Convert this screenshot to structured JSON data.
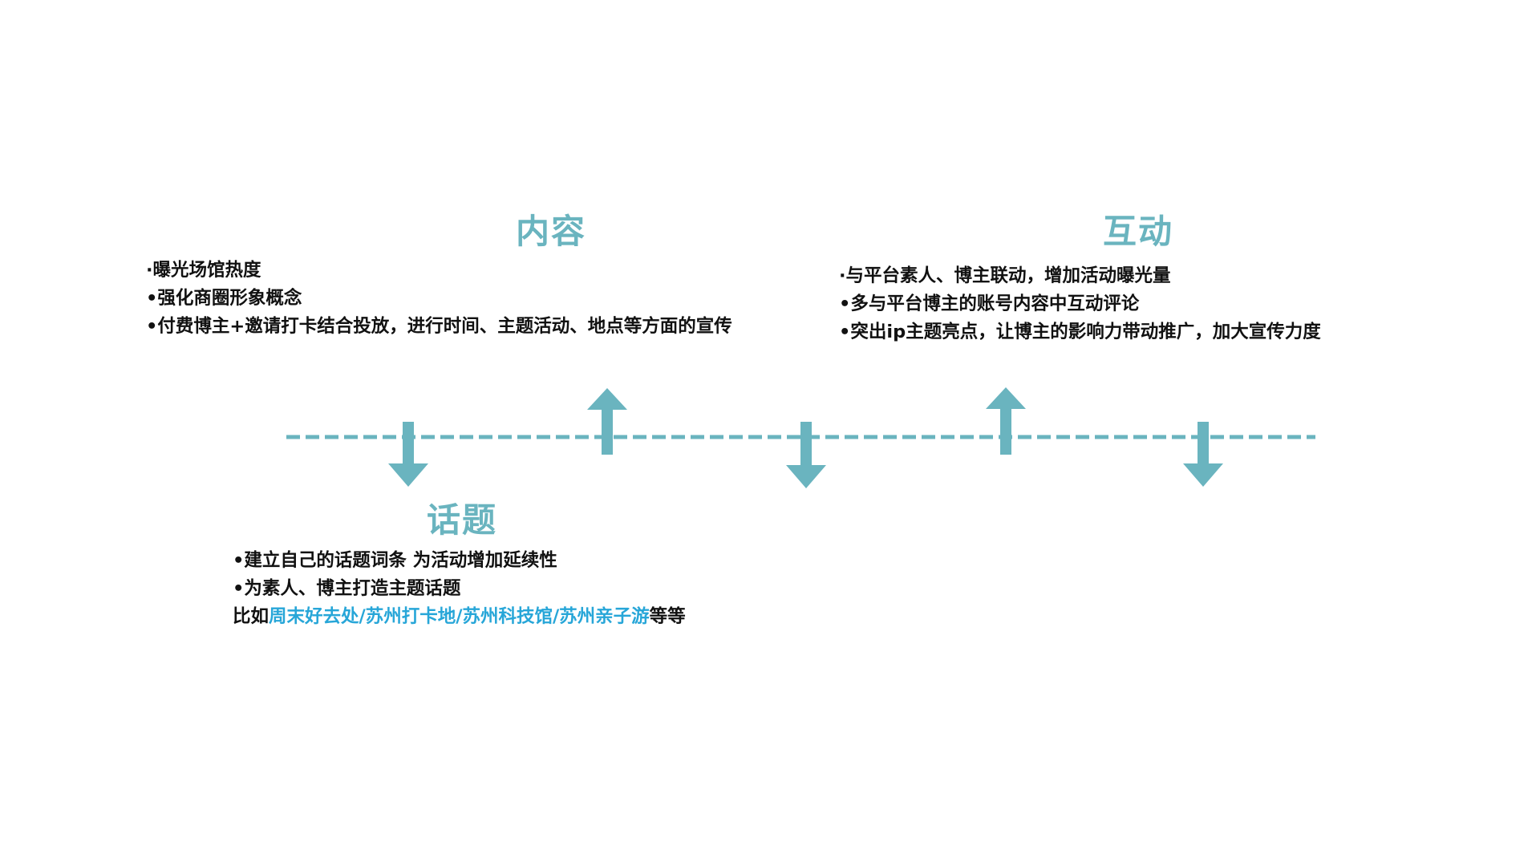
{
  "colors": {
    "accent": "#6ab4bf",
    "highlight": "#27a6d8",
    "text": "#111111"
  },
  "content": {
    "title": "内容",
    "items": [
      "·曝光场馆热度",
      "•强化商圈形象概念",
      "•付费博主+邀请打卡结合投放，进行时间、主题活动、地点等方面的宣传"
    ]
  },
  "interaction": {
    "title": "互动",
    "items": [
      "·与平台素人、博主联动，增加活动曝光量",
      "•多与平台博主的账号内容中互动评论",
      "•突出ip主题亮点，让博主的影响力带动推广，加大宣传力度"
    ]
  },
  "topic": {
    "title": "话题",
    "items": [
      "•建立自己的话题词条 为活动增加延续性",
      "•为素人、博主打造主题话题"
    ],
    "example_prefix": "比如",
    "example_tags": "周末好去处/苏州打卡地/苏州科技馆/苏州亲子游",
    "example_suffix": "等等"
  },
  "timeline": {
    "arrows": [
      "arrow-down",
      "arrow-up",
      "arrow-down",
      "arrow-up",
      "arrow-down"
    ]
  }
}
